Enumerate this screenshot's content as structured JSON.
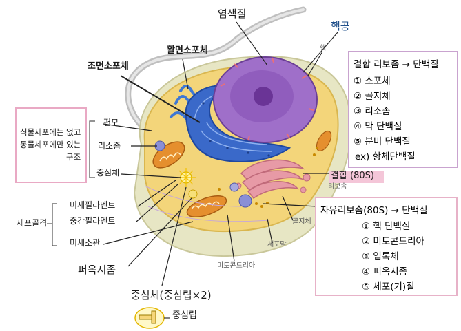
{
  "labels": {
    "chromatin": "염색질",
    "nuclear_pore": "핵공",
    "nucleus": "핵",
    "smooth_er": "활면소포체",
    "rough_er": "조면소포체",
    "flagellum": "편모",
    "lysosome": "리소좀",
    "centrosome": "중심체",
    "microfilament": "미세필라멘트",
    "intermediate_filament": "중간필라멘트",
    "microtubule": "미세소관",
    "peroxisome": "퍼옥시좀",
    "centrosome_pair": "중심체(중심립×2)",
    "centriole": "중심립",
    "bound_ribosome": "결합 (80S)",
    "ribosome_small": "리보솜",
    "golgi": "골지체",
    "cell_membrane": "세포막",
    "mitochondria": "미토콘드리아",
    "cytoskeleton": "세포골격"
  },
  "animal_only": {
    "line1": "식물세포에는 없고",
    "line2": "동물세포에만 있는",
    "line3": "구조"
  },
  "bound_box": {
    "title": "결합 리보좀 → 단백질",
    "items": [
      "① 소포체",
      "② 골지체",
      "③ 리소좀",
      "④ 막 단백질",
      "⑤ 분비 단백질",
      "ex) 항체단백질"
    ]
  },
  "free_box": {
    "title": "자유리보솜(80S) → 단백질",
    "items": [
      "① 핵 단백질",
      "② 미토콘드리아",
      "③ 엽록체",
      "④ 퍼옥시좀",
      "⑤ 세포(기)질"
    ]
  },
  "colors": {
    "cytoplasm": "#f3d57a",
    "membrane": "#e8e8c0",
    "nucleus": "#9f6fc9",
    "er_blue": "#3a69c9",
    "golgi_pink": "#e79aa6",
    "mitochondria": "#e58f2e",
    "box_border_pink": "#e9a9c4",
    "box_border_purple": "#c9a3cf",
    "label_blue": "#1f4f8a"
  }
}
